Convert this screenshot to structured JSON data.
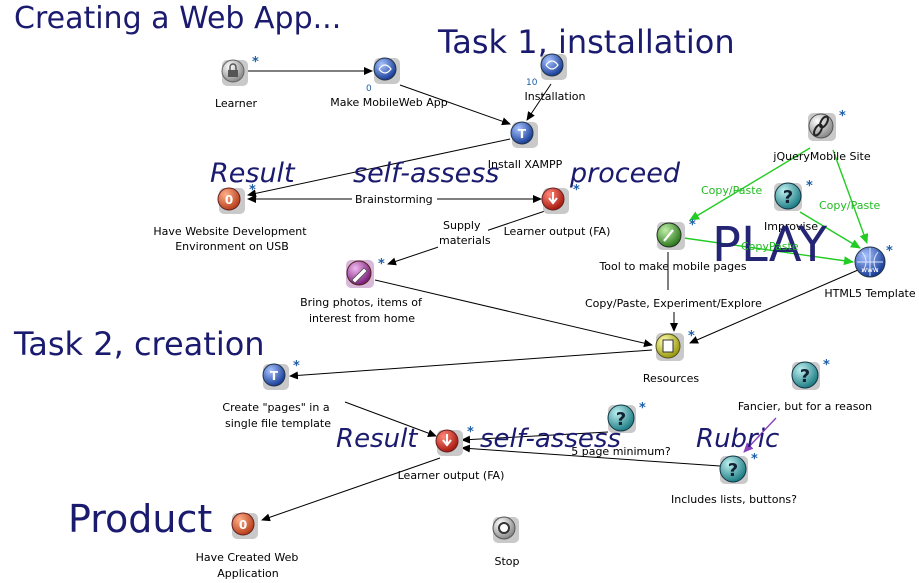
{
  "headings": {
    "title": "Creating a Web App...",
    "task1": "Task 1, installation",
    "task2": "Task 2, creation",
    "product": "Product",
    "play": "PLAY"
  },
  "overlays": {
    "result1": "Result",
    "self_assess1": "self-assess",
    "proceed": "proceed",
    "result2": "Result",
    "self_assess2": "self-assess",
    "rubric": "Rubric"
  },
  "nodes": {
    "learner": {
      "label": [
        "Learner"
      ],
      "icon": "lock-icon"
    },
    "make_mobileweb_app": {
      "label": [
        "Make MobileWeb App"
      ],
      "icon": "globe-icon",
      "count": "0"
    },
    "installation": {
      "label": [
        "Installation"
      ],
      "icon": "globe-icon",
      "count": "10"
    },
    "install_xampp": {
      "label": [
        "Install XAMPP"
      ],
      "icon": "task-icon"
    },
    "have_website_env": {
      "label": [
        "Have Website Development",
        "Environment on USB"
      ],
      "icon": "result-icon"
    },
    "learner_output_1": {
      "label": [
        "Learner output (FA)"
      ],
      "icon": "output-icon"
    },
    "bring_photos": {
      "label": [
        "Bring photos, items of",
        "interest from home"
      ],
      "icon": "pencil-icon"
    },
    "jquerymobile_site": {
      "label": [
        "jQueryMobile Site"
      ],
      "icon": "link-icon"
    },
    "improvise": {
      "label": [
        "Improvise"
      ],
      "icon": "question-icon"
    },
    "tool_mobile_pages": {
      "label": [
        "Tool to make mobile pages"
      ],
      "icon": "tool-icon"
    },
    "html5_template": {
      "label": [
        "HTML5 Template"
      ],
      "icon": "globe-icon"
    },
    "resources": {
      "label": [
        "Resources"
      ],
      "icon": "resources-icon"
    },
    "create_pages": {
      "label": [
        "Create \"pages\" in a",
        "single file template"
      ],
      "icon": "task-icon"
    },
    "learner_output_2": {
      "label": [
        "Learner output (FA)"
      ],
      "icon": "output-icon"
    },
    "five_page_min": {
      "label": [
        "5 page minimum?"
      ],
      "icon": "question-icon"
    },
    "fancier": {
      "label": [
        "Fancier, but for a reason"
      ],
      "icon": "question-icon"
    },
    "includes_lists": {
      "label": [
        "Includes lists, buttons?"
      ],
      "icon": "question-icon"
    },
    "have_created": {
      "label": [
        "Have Created Web",
        "Application"
      ],
      "icon": "result-icon"
    },
    "stop": {
      "label": [
        "Stop"
      ],
      "icon": "stop-icon"
    }
  },
  "edge_labels": {
    "brainstorming": "Brainstorming",
    "supply": [
      "Supply",
      "materials"
    ],
    "copy_paste_1": "Copy/Paste",
    "copy_paste_2": "Copy/Paste",
    "copy_paste_3": "CopyPaste",
    "copy_experiment": "Copy/Paste, Experiment/Explore"
  },
  "colors": {
    "heading": "#1a1a6e",
    "star": "#1d5fa8",
    "green_edge": "#22cc22",
    "purple_edge": "#8b3fbf",
    "edge": "#000000"
  }
}
